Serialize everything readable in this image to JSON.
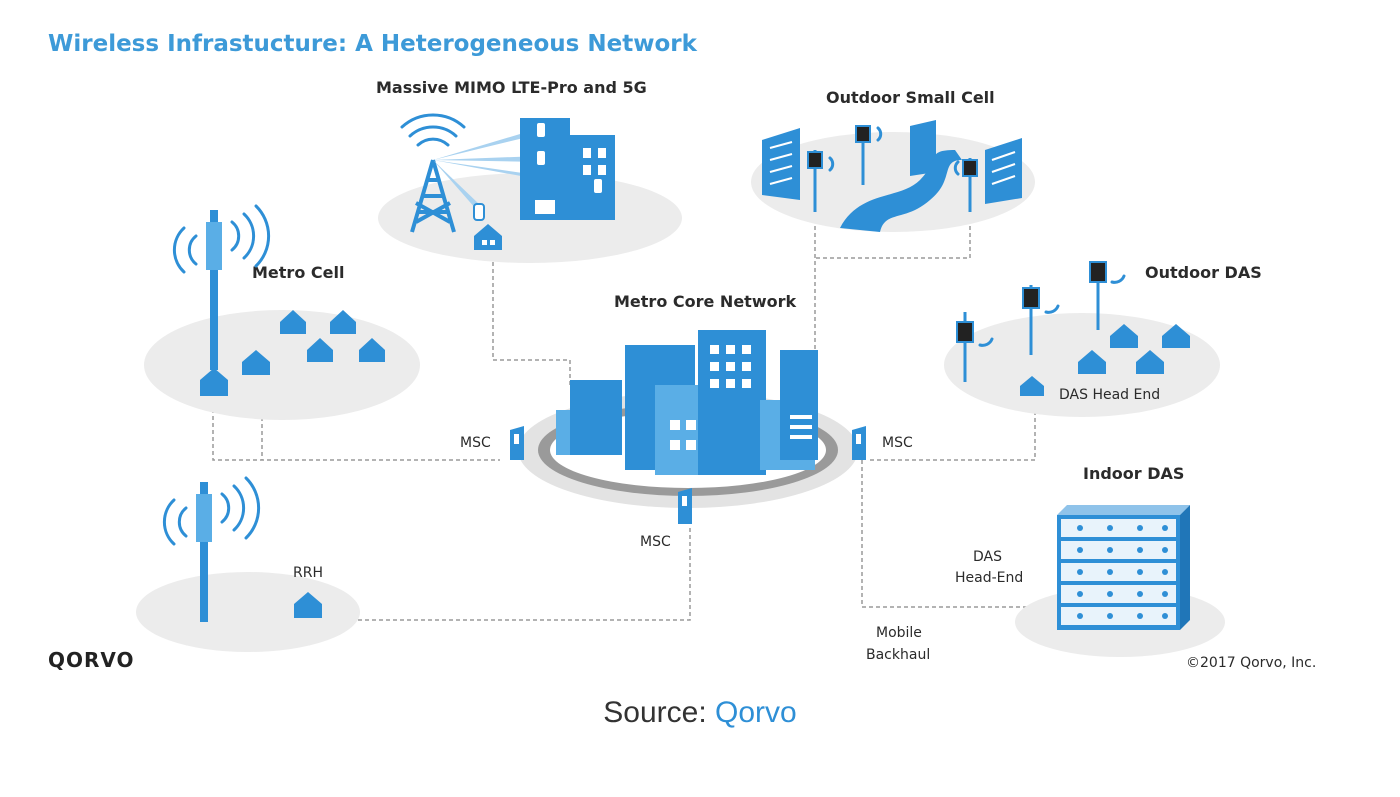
{
  "diagram": {
    "title": "Wireless Infrastucture: A Heterogeneous Network",
    "nodes": {
      "massive_mimo": "Massive MIMO LTE-Pro and 5G",
      "outdoor_small_cell": "Outdoor Small Cell",
      "metro_cell": "Metro Cell",
      "metro_core": "Metro Core Network",
      "outdoor_das": "Outdoor DAS",
      "das_head_end": "DAS Head End",
      "indoor_das": "Indoor DAS",
      "indoor_das_head_end_line1": "DAS",
      "indoor_das_head_end_line2": "Head-End",
      "rrh": "RRH",
      "msc_left": "MSC",
      "msc_right": "MSC",
      "msc_bottom": "MSC",
      "mobile_backhaul_line1": "Mobile",
      "mobile_backhaul_line2": "Backhaul"
    },
    "logo": "QORVO",
    "copyright": "©2017 Qorvo, Inc.",
    "colors": {
      "accent": "#2e8fd6",
      "title": "#3d9ad8",
      "platform": "#ececec",
      "link_line": "#9a9a9a"
    }
  },
  "caption": {
    "prefix": "Source: ",
    "link": "Qorvo"
  }
}
